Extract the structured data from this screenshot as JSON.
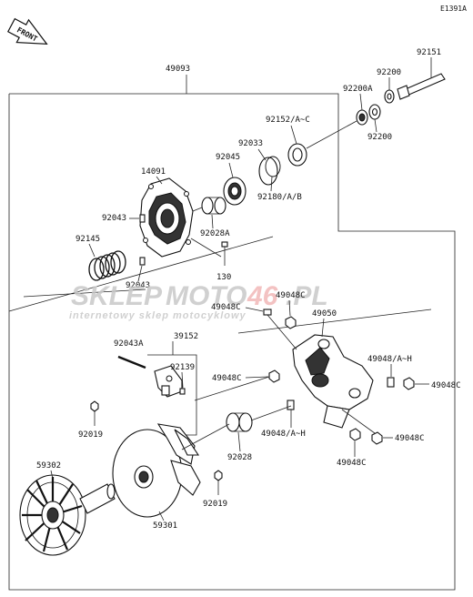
{
  "diagram_code": "E1391A",
  "front_label": "FRONT",
  "watermark": {
    "brand_a": "SKLEP",
    "brand_b": "MOTO",
    "brand_c": "46",
    "brand_d": ".PL",
    "tagline": "internetowy sklep motocyklowy",
    "color_gray": "#c8c8c8",
    "color_red": "#f2b8b8"
  },
  "parts": {
    "p49093": "49093",
    "p92151": "92151",
    "p92200_top": "92200",
    "p92200A": "92200A",
    "p92200_bottom": "92200",
    "p92152": "92152/A~C",
    "p92033": "92033",
    "p92045": "92045",
    "p14091": "14091",
    "p92180": "92180/A/B",
    "p92043_left": "92043",
    "p92028A": "92028A",
    "p92145": "92145",
    "p92043_low": "92043",
    "p130": "130",
    "p49048C_top": "49048C",
    "p49048C_left": "49048C",
    "p49050": "49050",
    "p92043A": "92043A",
    "p39152": "39152",
    "p92139": "92139",
    "p49048AH_right": "49048/A~H",
    "p49048C_mid": "49048C",
    "p49048C_right": "49048C",
    "p92019_left": "92019",
    "p92028": "92028",
    "p49048AH_mid": "49048/A~H",
    "p49048C_lowright": "49048C",
    "p49048C_low": "49048C",
    "p59302": "59302",
    "p92019_right": "92019",
    "p59301": "59301"
  }
}
